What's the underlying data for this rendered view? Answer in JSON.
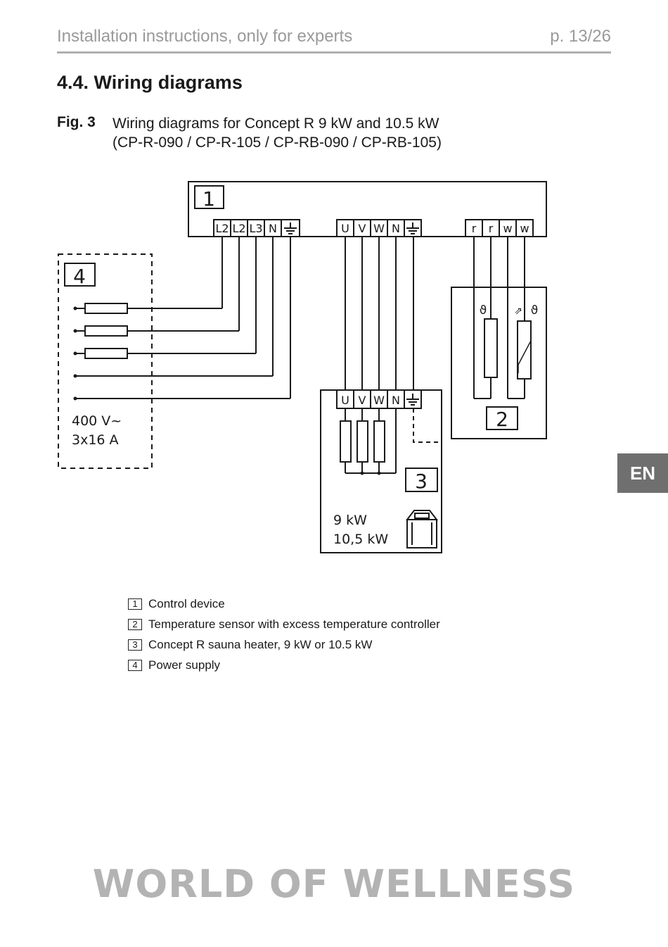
{
  "header": {
    "title": "Installation instructions, only for experts",
    "page": "p. 13/26"
  },
  "section": {
    "title": "4.4. Wiring diagrams"
  },
  "figure": {
    "label": "Fig. 3",
    "caption_line1": "Wiring diagrams for Concept R 9 kW and 10.5 kW",
    "caption_line2": "(CP-R-090 / CP-R-105 / CP-RB-090 / CP-RB-105)"
  },
  "diagram": {
    "box1_number": "1",
    "box2_number": "2",
    "box3_number": "3",
    "box4_number": "4",
    "control_terminals_power": [
      "L2",
      "L2",
      "L3",
      "N"
    ],
    "control_terminals_heater": [
      "U",
      "V",
      "W",
      "N"
    ],
    "control_terminals_sensor": [
      "r",
      "r",
      "w",
      "w"
    ],
    "heater_terminals": [
      "U",
      "V",
      "W",
      "N"
    ],
    "supply_voltage": "400 V~",
    "supply_current": "3x16 A",
    "heater_power_1": "9 kW",
    "heater_power_2": "10,5 kW"
  },
  "legend": [
    {
      "num": "1",
      "text": "Control device"
    },
    {
      "num": "2",
      "text": "Temperature sensor with excess temperature controller"
    },
    {
      "num": "3",
      "text": "Concept R sauna heater, 9 kW or 10.5 kW"
    },
    {
      "num": "4",
      "text": "Power supply"
    }
  ],
  "language_tab": "EN",
  "brand": "WORLD OF WELLNESS"
}
